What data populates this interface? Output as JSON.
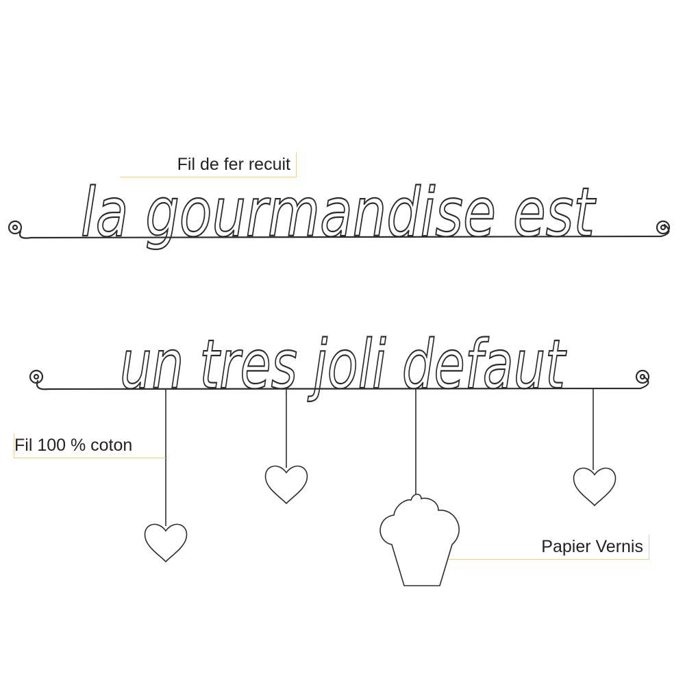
{
  "labels": {
    "wire": "Fil de fer recuit",
    "thread": "Fil 100 % coton",
    "paper": "Papier Vernis"
  },
  "wire_text": {
    "line1": "la gourmandise est",
    "line2": "un tres joli defaut"
  },
  "colors": {
    "wire": "#2b2b2b",
    "label_rule": "#e6cfa3"
  }
}
